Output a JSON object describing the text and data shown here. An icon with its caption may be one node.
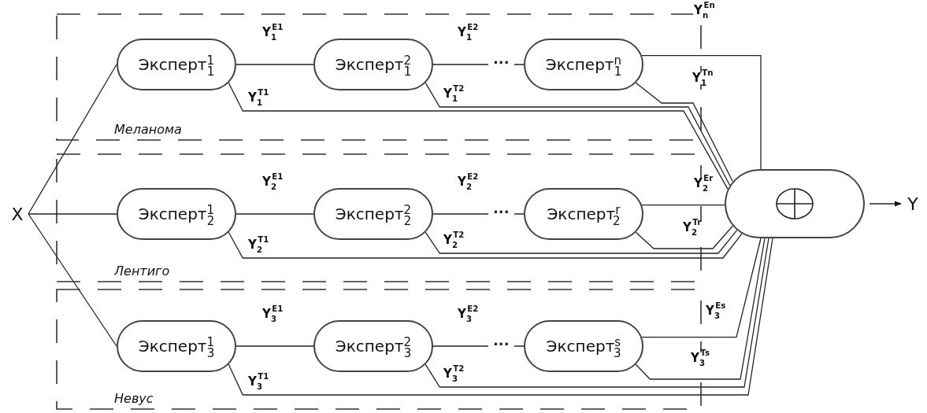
{
  "diagram": {
    "nodes": [
      {
        "text": [
          "X"
        ]
      },
      {
        "text": [
          "Меланома"
        ]
      },
      {
        "text": [
          "Эксперт$^{1}$$_{1}$"
        ],
        "in": 1
      },
      {
        "text": [
          "Эксперт$^{2}$$_{1}$"
        ],
        "in": 1
      },
      {
        "text": [
          "Эксперт$^{n}$$_{1}$"
        ],
        "in": 1
      },
      {
        "text": [
          "Лентиго"
        ]
      },
      {
        "text": [
          "Эксперт$^{1}$$_{2}$"
        ],
        "in": 5
      },
      {
        "text": [
          "Эксперт$^{2}$$_{2}$"
        ],
        "in": 5
      },
      {
        "text": [
          "Эксперт$^{r}$$_{2}$"
        ],
        "in": 5
      },
      {
        "text": [
          "Невус"
        ]
      },
      {
        "text": [
          "Эксперт$^{1}$$_{3}$"
        ],
        "in": 9
      },
      {
        "text": [
          "Эксперт$^{2}$$_{3}$"
        ],
        "in": 9
      },
      {
        "text": [
          "Эксперт$^{s}$$_{3}$"
        ],
        "in": 9
      },
      {
        "text": [],
        "shape": "box"
      },
      {
        "text": [
          "Y"
        ]
      }
    ],
    "edges": [
      {
        "from": 0,
        "to": 2,
        "arrow": "none"
      },
      {
        "from": 0,
        "to": 6,
        "arrow": "none"
      },
      {
        "from": 0,
        "to": 10,
        "arrow": "none"
      },
      {
        "from": 2,
        "to": 3,
        "arrow": "none",
        "label": "Y$_{1}$$^{E1}$"
      },
      {
        "from": 3,
        "to": 4,
        "arrow": "none",
        "label": "Y$_{1}$$^{E2}$"
      },
      {
        "from": 4,
        "to": 13,
        "arrow": "none",
        "label": "Y$_{n}$$^{En}$"
      },
      {
        "from": 2,
        "to": 13,
        "arrow": "none",
        "label": "Y$_{1}$$^{T1}$"
      },
      {
        "from": 3,
        "to": 13,
        "arrow": "none",
        "label": "Y$_{1}$$^{T2}$"
      },
      {
        "from": 4,
        "to": 13,
        "arrow": "none",
        "label": "Y$_{1}$$^{Tn}$"
      },
      {
        "from": 6,
        "to": 7,
        "arrow": "none",
        "label": "Y$_{2}$$^{E1}$"
      },
      {
        "from": 7,
        "to": 8,
        "arrow": "none",
        "label": "Y$_{2}$$^{E2}$"
      },
      {
        "from": 8,
        "to": 13,
        "arrow": "none",
        "label": "Y$_{2}$$^{Er}$"
      },
      {
        "from": 6,
        "to": 13,
        "arrow": "none",
        "label": "Y$_{2}$$^{T1}$"
      },
      {
        "from": 7,
        "to": 13,
        "arrow": "none",
        "label": "Y$_{2}$$^{T2}$"
      },
      {
        "from": 8,
        "to": 13,
        "arrow": "none",
        "label": "Y$_{2}$$^{Tr}$"
      },
      {
        "from": 10,
        "to": 11,
        "arrow": "none",
        "label": "Y$_{3}$$^{E1}$"
      },
      {
        "from": 11,
        "to": 12,
        "arrow": "none",
        "label": "Y$_{3}$$^{E2}$"
      },
      {
        "from": 12,
        "to": 13,
        "arrow": "none",
        "label": "Y$_{3}$$^{Es}$"
      },
      {
        "from": 10,
        "to": 13,
        "arrow": "none",
        "label": "Y$_{3}$$^{T1}$"
      },
      {
        "from": 11,
        "to": 13,
        "arrow": "none",
        "label": "Y$_{3}$$^{T2}$"
      },
      {
        "from": 12,
        "to": 13,
        "arrow": "none",
        "label": "Y$_{3}$$^{Ts}$"
      },
      {
        "from": 13,
        "to": 14,
        "arrow": "to"
      }
    ],
    "labels": [
      "···",
      "···",
      "···"
    ]
  }
}
